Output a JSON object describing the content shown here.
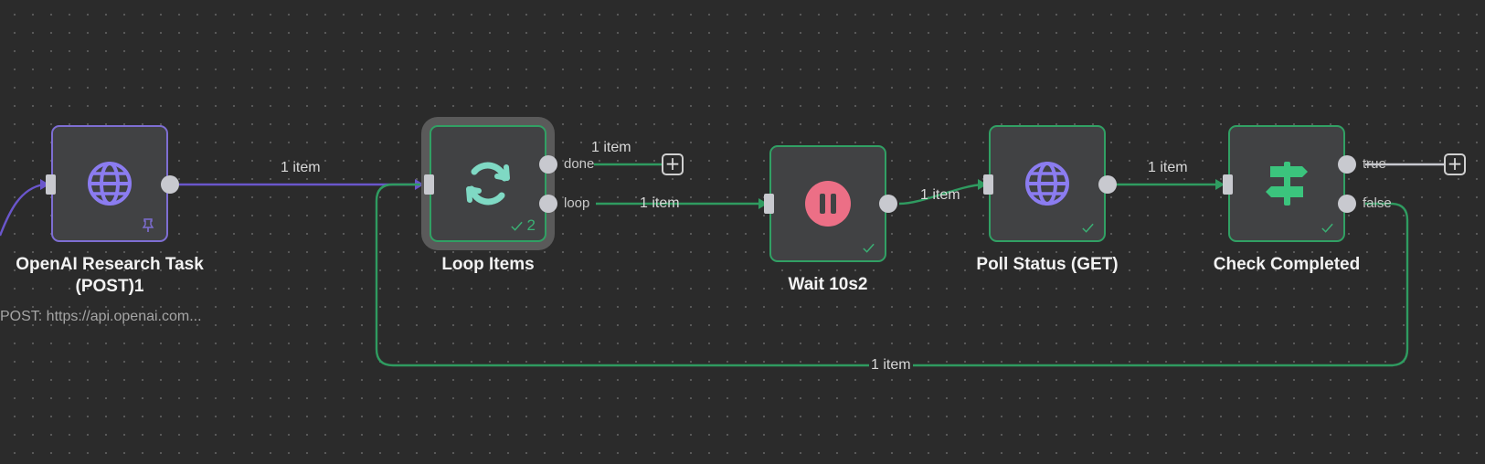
{
  "colors": {
    "canvas": "#2b2b2b",
    "node_bg": "#414244",
    "success_border": "#31a064",
    "pinned_border": "#7e6ed3",
    "purple_wire": "#6a56cc",
    "green_wire": "#2f9b60",
    "globe_icon": "#8b7cf0",
    "loop_icon": "#7fd9c4",
    "wait_icon": "#ec6f86",
    "if_icon": "#3bc47d"
  },
  "nodes": [
    {
      "id": "openai-research-task",
      "title_line1": "OpenAI Research Task",
      "title_line2": "(POST)1",
      "subtitle": "POST: https://api.openai.com...",
      "icon": "globe-icon",
      "badge": "pin-icon"
    },
    {
      "id": "loop-items",
      "title": "Loop Items",
      "icon": "loop-arrows-icon",
      "run_count": "2",
      "outputs": [
        "done",
        "loop"
      ]
    },
    {
      "id": "wait-10s2",
      "title": "Wait 10s2",
      "icon": "pause-icon"
    },
    {
      "id": "poll-status",
      "title": "Poll Status (GET)",
      "icon": "globe-icon"
    },
    {
      "id": "check-completed",
      "title": "Check Completed",
      "icon": "signpost-icon",
      "outputs": [
        "true",
        "false"
      ]
    }
  ],
  "edges": {
    "openai_to_loop": "1 item",
    "loop_done": "1 item",
    "loop_to_wait": "1 item",
    "wait_to_poll": "1 item",
    "poll_to_check": "1 item",
    "check_false_to_loop": "1 item"
  },
  "add_button": "+"
}
